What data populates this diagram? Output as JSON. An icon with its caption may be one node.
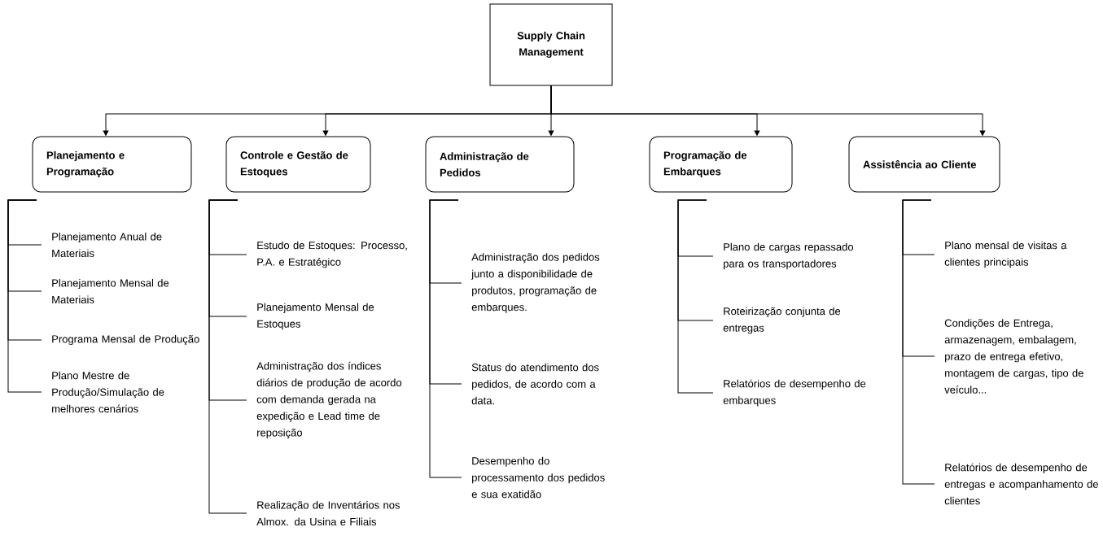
{
  "diagram": {
    "nodes": [
      {
        "text": [
          "Supply Chain Management"
        ]
      },
      {
        "text": [
          "Planejamento e Programação"
        ]
      },
      {
        "text": [
          "Controle e Gestão de Estoques"
        ]
      },
      {
        "text": [
          "Administração de Pedidos"
        ]
      },
      {
        "text": [
          "Programação de Embarques"
        ]
      },
      {
        "text": [
          "Assistência ao Cliente"
        ]
      },
      {
        "text": [
          "Planejamento Anual de Materiais"
        ]
      },
      {
        "text": [
          "Planejamento Mensal de Materiais"
        ]
      },
      {
        "text": [
          "Programa Mensal de Produção"
        ]
      },
      {
        "text": [
          "Plano Mestre de Produção/Simulação de melhores cenários"
        ]
      },
      {
        "text": [
          "Estudo de Estoques: Processo, P.A. e Estratégico"
        ]
      },
      {
        "text": [
          "Planejamento Mensal de Estoques"
        ]
      },
      {
        "text": [
          "Administração dos índices diários de produção de acordo com demanda gerada na expedição e Lead time de reposição"
        ]
      },
      {
        "text": [
          "Realização de Inventários nos Almox. da Usina e Filiais"
        ]
      },
      {
        "text": [
          "Administração dos pedidos junto a disponibilidade de produtos, programação de embarques."
        ]
      },
      {
        "text": [
          "Status do atendimento dos pedidos, de acordo com a data."
        ]
      },
      {
        "text": [
          "Desempenho do processamento dos pedidos e sua exatidão"
        ]
      },
      {
        "text": [
          "Plano de cargas repassado para os transportadores"
        ]
      },
      {
        "text": [
          "Roteirização conjunta de entregas"
        ]
      },
      {
        "text": [
          "Relatórios de desempenho de embarques"
        ]
      },
      {
        "text": [
          "Plano mensal de visitas a clientes principais"
        ]
      },
      {
        "text": [
          "Condições de Entrega, armazenagem, embalagem, prazo de entrega efetivo, montagem de cargas, tipo de veículo..."
        ]
      },
      {
        "text": [
          "Relatórios de desempenho de entregas e acompanhamento de clientes"
        ]
      }
    ],
    "edges": [
      {
        "from": 0,
        "to": 1,
        "arrow": "to"
      },
      {
        "from": 0,
        "to": 2,
        "arrow": "to"
      },
      {
        "from": 0,
        "to": 3,
        "arrow": "to"
      },
      {
        "from": 0,
        "to": 4,
        "arrow": "to"
      },
      {
        "from": 0,
        "to": 5,
        "arrow": "to"
      },
      {
        "from": 1,
        "to": 6,
        "arrow": "none"
      },
      {
        "from": 1,
        "to": 7,
        "arrow": "none"
      },
      {
        "from": 1,
        "to": 8,
        "arrow": "none"
      },
      {
        "from": 1,
        "to": 9,
        "arrow": "none"
      },
      {
        "from": 2,
        "to": 10,
        "arrow": "none"
      },
      {
        "from": 2,
        "to": 11,
        "arrow": "none"
      },
      {
        "from": 2,
        "to": 12,
        "arrow": "none"
      },
      {
        "from": 2,
        "to": 13,
        "arrow": "none"
      },
      {
        "from": 3,
        "to": 14,
        "arrow": "none"
      },
      {
        "from": 3,
        "to": 15,
        "arrow": "none"
      },
      {
        "from": 3,
        "to": 16,
        "arrow": "none"
      },
      {
        "from": 4,
        "to": 17,
        "arrow": "none"
      },
      {
        "from": 4,
        "to": 18,
        "arrow": "none"
      },
      {
        "from": 4,
        "to": 19,
        "arrow": "none"
      },
      {
        "from": 5,
        "to": 20,
        "arrow": "none"
      },
      {
        "from": 5,
        "to": 21,
        "arrow": "none"
      },
      {
        "from": 5,
        "to": 22,
        "arrow": "none"
      }
    ]
  }
}
